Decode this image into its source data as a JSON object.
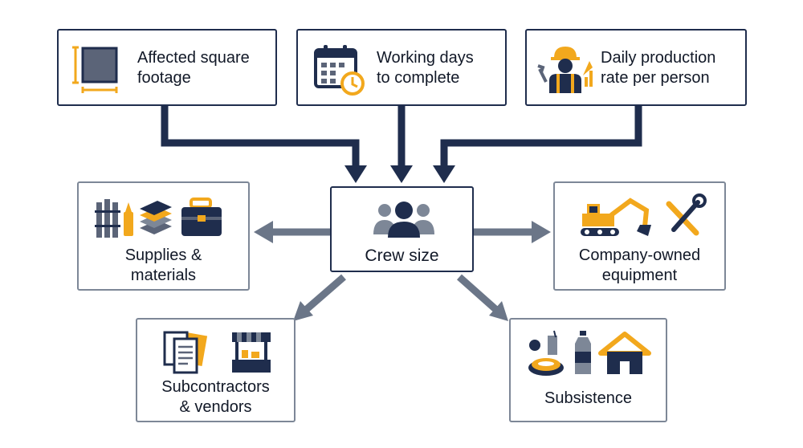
{
  "inputs": [
    {
      "label": "Affected square\nfootage",
      "icon": "square-footage-icon"
    },
    {
      "label": "Working days\nto complete",
      "icon": "calendar-clock-icon"
    },
    {
      "label": "Daily production\nrate per person",
      "icon": "worker-growth-icon"
    }
  ],
  "center": {
    "label": "Crew size",
    "icon": "crew-group-icon"
  },
  "outputs": [
    {
      "label": "Supplies &\nmaterials",
      "icons": [
        "lumber-icon",
        "paint-bucket-icon",
        "stacked-sheets-icon",
        "toolbox-icon"
      ]
    },
    {
      "label": "Company-owned\nequipment",
      "icons": [
        "excavator-icon",
        "wrench-screwdriver-icon"
      ]
    },
    {
      "label": "Subcontractors\n& vendors",
      "icons": [
        "documents-icon",
        "vendor-stall-icon"
      ]
    },
    {
      "label": "Subsistence",
      "icons": [
        "food-icon",
        "water-bottle-icon",
        "house-icon"
      ]
    }
  ],
  "colors": {
    "navy": "#1f2d4d",
    "gray": "#6b7688",
    "accent": "#f2a81d"
  }
}
